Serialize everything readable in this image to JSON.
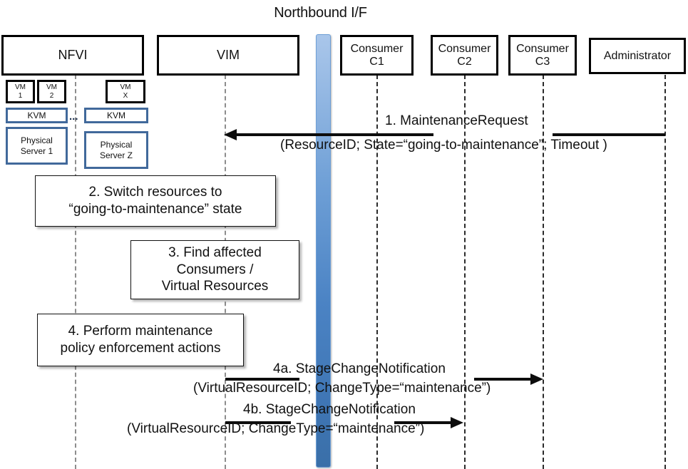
{
  "diagram": {
    "title": "Northbound I/F",
    "type": "uml-sequence-diagram"
  },
  "actors": [
    {
      "id": "nfvi",
      "label": "NFVI"
    },
    {
      "id": "vim",
      "label": "VIM"
    },
    {
      "id": "c1",
      "label": "Consumer\nC1",
      "line1": "Consumer",
      "line2": "C1"
    },
    {
      "id": "c2",
      "label": "Consumer\nC2",
      "line1": "Consumer",
      "line2": "C2"
    },
    {
      "id": "c3",
      "label": "Consumer\nC3",
      "line1": "Consumer",
      "line2": "C3"
    },
    {
      "id": "admin",
      "label": "Administrator"
    }
  ],
  "nfvi_internals": {
    "vms": [
      {
        "id": "vm1",
        "line1": "VM",
        "line2": "1"
      },
      {
        "id": "vm2",
        "line1": "VM",
        "line2": "2"
      },
      {
        "id": "vmx",
        "line1": "VM",
        "line2": "X"
      }
    ],
    "hypervisors": [
      {
        "id": "kvm-left",
        "label": "KVM"
      },
      {
        "id": "kvm-right",
        "label": "KVM"
      }
    ],
    "servers": [
      {
        "id": "server1",
        "line1": "Physical",
        "line2": "Server 1"
      },
      {
        "id": "serverz",
        "line1": "Physical",
        "line2": "Server Z"
      }
    ],
    "ellipsis": "..."
  },
  "notes": [
    {
      "id": "step2",
      "line1": "2. Switch resources to",
      "line2": "“going-to-maintenance” state"
    },
    {
      "id": "step3",
      "line1": "3. Find affected",
      "line2": "Consumers /",
      "line3": "Virtual Resources"
    },
    {
      "id": "step4",
      "line1": "4. Perform maintenance",
      "line2": "policy enforcement actions"
    }
  ],
  "messages": [
    {
      "id": "msg1",
      "from": "admin",
      "to": "vim",
      "direction": "left",
      "line1": "1.   MaintenanceRequest",
      "line2": "(ResourceID; State=“going-to-maintenance”; Timeout )"
    },
    {
      "id": "msg4a",
      "from": "vim",
      "to": "c3",
      "direction": "right",
      "line1": "4a. StageChangeNotification",
      "line2": "(VirtualResourceID; ChangeType=“maintenance”)"
    },
    {
      "id": "msg4b",
      "from": "vim",
      "to": "c2",
      "direction": "right",
      "line1": "4b. StageChangeNotification",
      "line2": "(VirtualResourceID; ChangeType=“maintenance”)"
    }
  ],
  "colors": {
    "interface_bar_top": "#A9C6EA",
    "interface_bar_mid": "#5B8FCC",
    "interface_bar_bottom": "#3A6FA8",
    "blue_border": "#41699B",
    "black": "#000000",
    "lifeline": "#8d8d8d"
  }
}
